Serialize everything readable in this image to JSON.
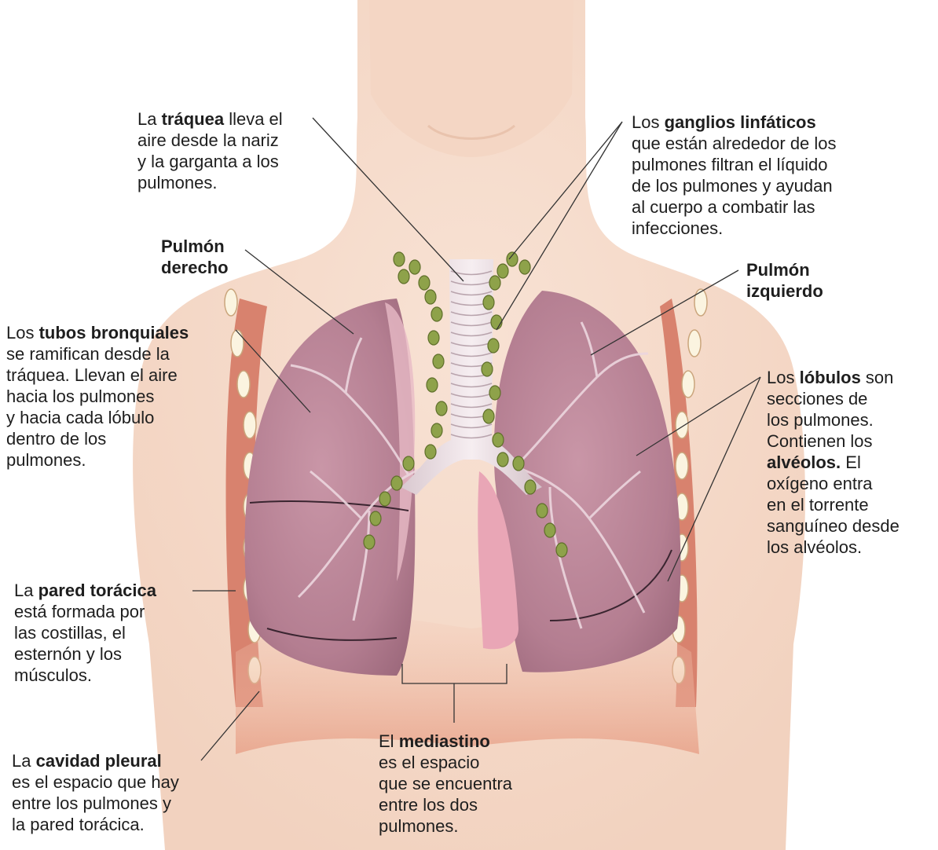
{
  "labels": {
    "trachea": {
      "lines": [
        [
          {
            "t": "La "
          },
          {
            "t": "tráquea",
            "b": true
          },
          {
            "t": " lleva el"
          }
        ],
        [
          {
            "t": "aire desde la nariz"
          }
        ],
        [
          {
            "t": "y la garganta a los"
          }
        ],
        [
          {
            "t": "pulmones."
          }
        ]
      ]
    },
    "lymph_nodes": {
      "lines": [
        [
          {
            "t": "Los "
          },
          {
            "t": "ganglios linfáticos",
            "b": true
          }
        ],
        [
          {
            "t": "que están alrededor de los"
          }
        ],
        [
          {
            "t": "pulmones filtran el líquido"
          }
        ],
        [
          {
            "t": "de los pulmones y ayudan"
          }
        ],
        [
          {
            "t": "al cuerpo a combatir las"
          }
        ],
        [
          {
            "t": "infecciones."
          }
        ]
      ]
    },
    "right_lung": {
      "lines": [
        [
          {
            "t": "Pulmón",
            "b": true
          }
        ],
        [
          {
            "t": "derecho",
            "b": true
          }
        ]
      ]
    },
    "left_lung": {
      "lines": [
        [
          {
            "t": "Pulmón",
            "b": true
          }
        ],
        [
          {
            "t": "izquierdo",
            "b": true
          }
        ]
      ]
    },
    "bronchial_tubes": {
      "lines": [
        [
          {
            "t": "Los "
          },
          {
            "t": "tubos bronquiales",
            "b": true
          }
        ],
        [
          {
            "t": "se ramifican desde la"
          }
        ],
        [
          {
            "t": "tráquea. Llevan el aire"
          }
        ],
        [
          {
            "t": "hacia los pulmones"
          }
        ],
        [
          {
            "t": "y hacia cada lóbulo"
          }
        ],
        [
          {
            "t": "dentro de los"
          }
        ],
        [
          {
            "t": "pulmones."
          }
        ]
      ]
    },
    "lobes": {
      "lines": [
        [
          {
            "t": "Los "
          },
          {
            "t": "lóbulos",
            "b": true
          },
          {
            "t": " son"
          }
        ],
        [
          {
            "t": "secciones de"
          }
        ],
        [
          {
            "t": "los pulmones."
          }
        ],
        [
          {
            "t": "Contienen los"
          }
        ],
        [
          {
            "t": "alvéolos.",
            "b": true
          },
          {
            "t": " El"
          }
        ],
        [
          {
            "t": "oxígeno entra"
          }
        ],
        [
          {
            "t": "en el torrente"
          }
        ],
        [
          {
            "t": "sanguíneo desde"
          }
        ],
        [
          {
            "t": "los alvéolos."
          }
        ]
      ]
    },
    "chest_wall": {
      "lines": [
        [
          {
            "t": "La "
          },
          {
            "t": "pared torácica",
            "b": true
          }
        ],
        [
          {
            "t": "está formada por"
          }
        ],
        [
          {
            "t": "las costillas, el"
          }
        ],
        [
          {
            "t": "esternón y los"
          }
        ],
        [
          {
            "t": "músculos."
          }
        ]
      ]
    },
    "pleural_cavity": {
      "lines": [
        [
          {
            "t": "La "
          },
          {
            "t": "cavidad pleural",
            "b": true
          }
        ],
        [
          {
            "t": "es el espacio que hay"
          }
        ],
        [
          {
            "t": "entre los pulmones y"
          }
        ],
        [
          {
            "t": "la pared torácica."
          }
        ]
      ]
    },
    "mediastinum": {
      "lines": [
        [
          {
            "t": "El "
          },
          {
            "t": "mediastino",
            "b": true
          }
        ],
        [
          {
            "t": "es el espacio"
          }
        ],
        [
          {
            "t": "que se encuentra"
          }
        ],
        [
          {
            "t": "entre los dos"
          }
        ],
        [
          {
            "t": "pulmones."
          }
        ]
      ]
    }
  },
  "colors": {
    "skin": "#f6dccb",
    "lung": "#b98296",
    "lymph": "#8ea24a",
    "muscle": "#d9826e",
    "leader": "#333333"
  }
}
